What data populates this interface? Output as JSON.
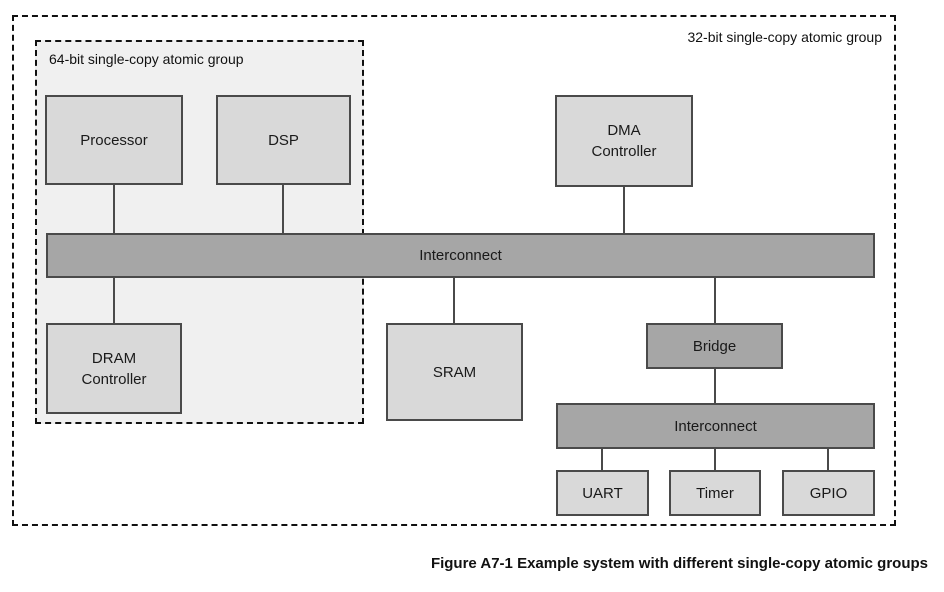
{
  "figure": {
    "caption": "Figure A7-1 Example system with different single-copy atomic groups"
  },
  "groups": {
    "outer": {
      "label": "32-bit single-copy atomic group"
    },
    "inner": {
      "label": "64-bit single-copy atomic group"
    }
  },
  "nodes": {
    "processor": {
      "label": "Processor"
    },
    "dsp": {
      "label": "DSP"
    },
    "dma": {
      "label": "DMA\nController"
    },
    "interconnect_main": {
      "label": "Interconnect"
    },
    "dram": {
      "label": "DRAM\nController"
    },
    "sram": {
      "label": "SRAM"
    },
    "bridge": {
      "label": "Bridge"
    },
    "interconnect_peripheral": {
      "label": "Interconnect"
    },
    "uart": {
      "label": "UART"
    },
    "timer": {
      "label": "Timer"
    },
    "gpio": {
      "label": "GPIO"
    }
  },
  "colors": {
    "background": "#ffffff",
    "group_fill": "#f0f0f0",
    "component_fill": "#d9d9d9",
    "bus_fill": "#a6a6a6",
    "box_border": "#4a4a4a",
    "dashed_border": "#111111",
    "text": "#1a1a1a"
  }
}
